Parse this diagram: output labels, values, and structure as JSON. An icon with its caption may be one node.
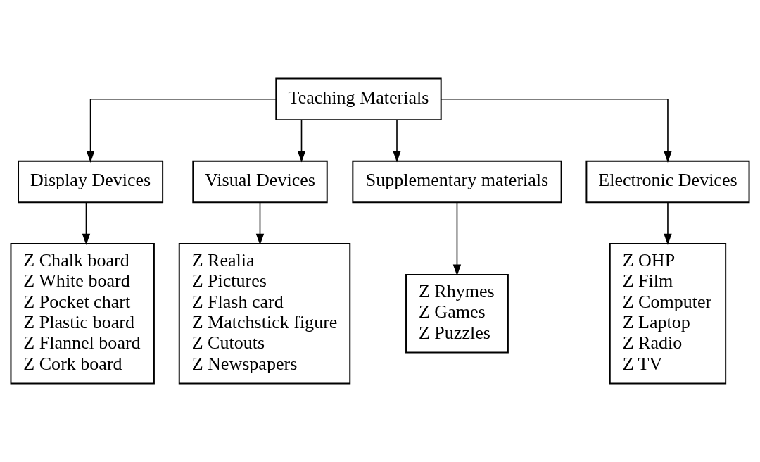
{
  "diagram": {
    "nodes": [
      {
        "text": [
          "Teaching Materials"
        ]
      },
      {
        "text": [
          "Display Devices"
        ]
      },
      {
        "text": [
          "Visual Devices"
        ]
      },
      {
        "text": [
          "Supplementary materials"
        ]
      },
      {
        "text": [
          "Electronic Devices"
        ]
      },
      {
        "text": [
          "Z Chalk board",
          "Z White board",
          "Z Pocket chart",
          "Z Plastic board",
          "Z Flannel board",
          "Z Cork board"
        ]
      },
      {
        "text": [
          "Z Realia",
          "Z Pictures",
          "Z Flash card",
          "Z Matchstick figure",
          "Z Cutouts",
          "Z Newspapers"
        ]
      },
      {
        "text": [
          "Z Rhymes",
          "Z Games",
          "Z Puzzles"
        ]
      },
      {
        "text": [
          "Z OHP",
          "Z Film",
          "Z Computer",
          "Z Laptop",
          "Z Radio",
          "Z TV"
        ]
      }
    ],
    "edges": [
      {
        "from": 0,
        "to": 1,
        "arrow": "to"
      },
      {
        "from": 0,
        "to": 2,
        "arrow": "to"
      },
      {
        "from": 0,
        "to": 3,
        "arrow": "to"
      },
      {
        "from": 0,
        "to": 4,
        "arrow": "to"
      },
      {
        "from": 1,
        "to": 5,
        "arrow": "to"
      },
      {
        "from": 2,
        "to": 6,
        "arrow": "to"
      },
      {
        "from": 3,
        "to": 7,
        "arrow": "to"
      },
      {
        "from": 4,
        "to": 8,
        "arrow": "to"
      }
    ]
  }
}
